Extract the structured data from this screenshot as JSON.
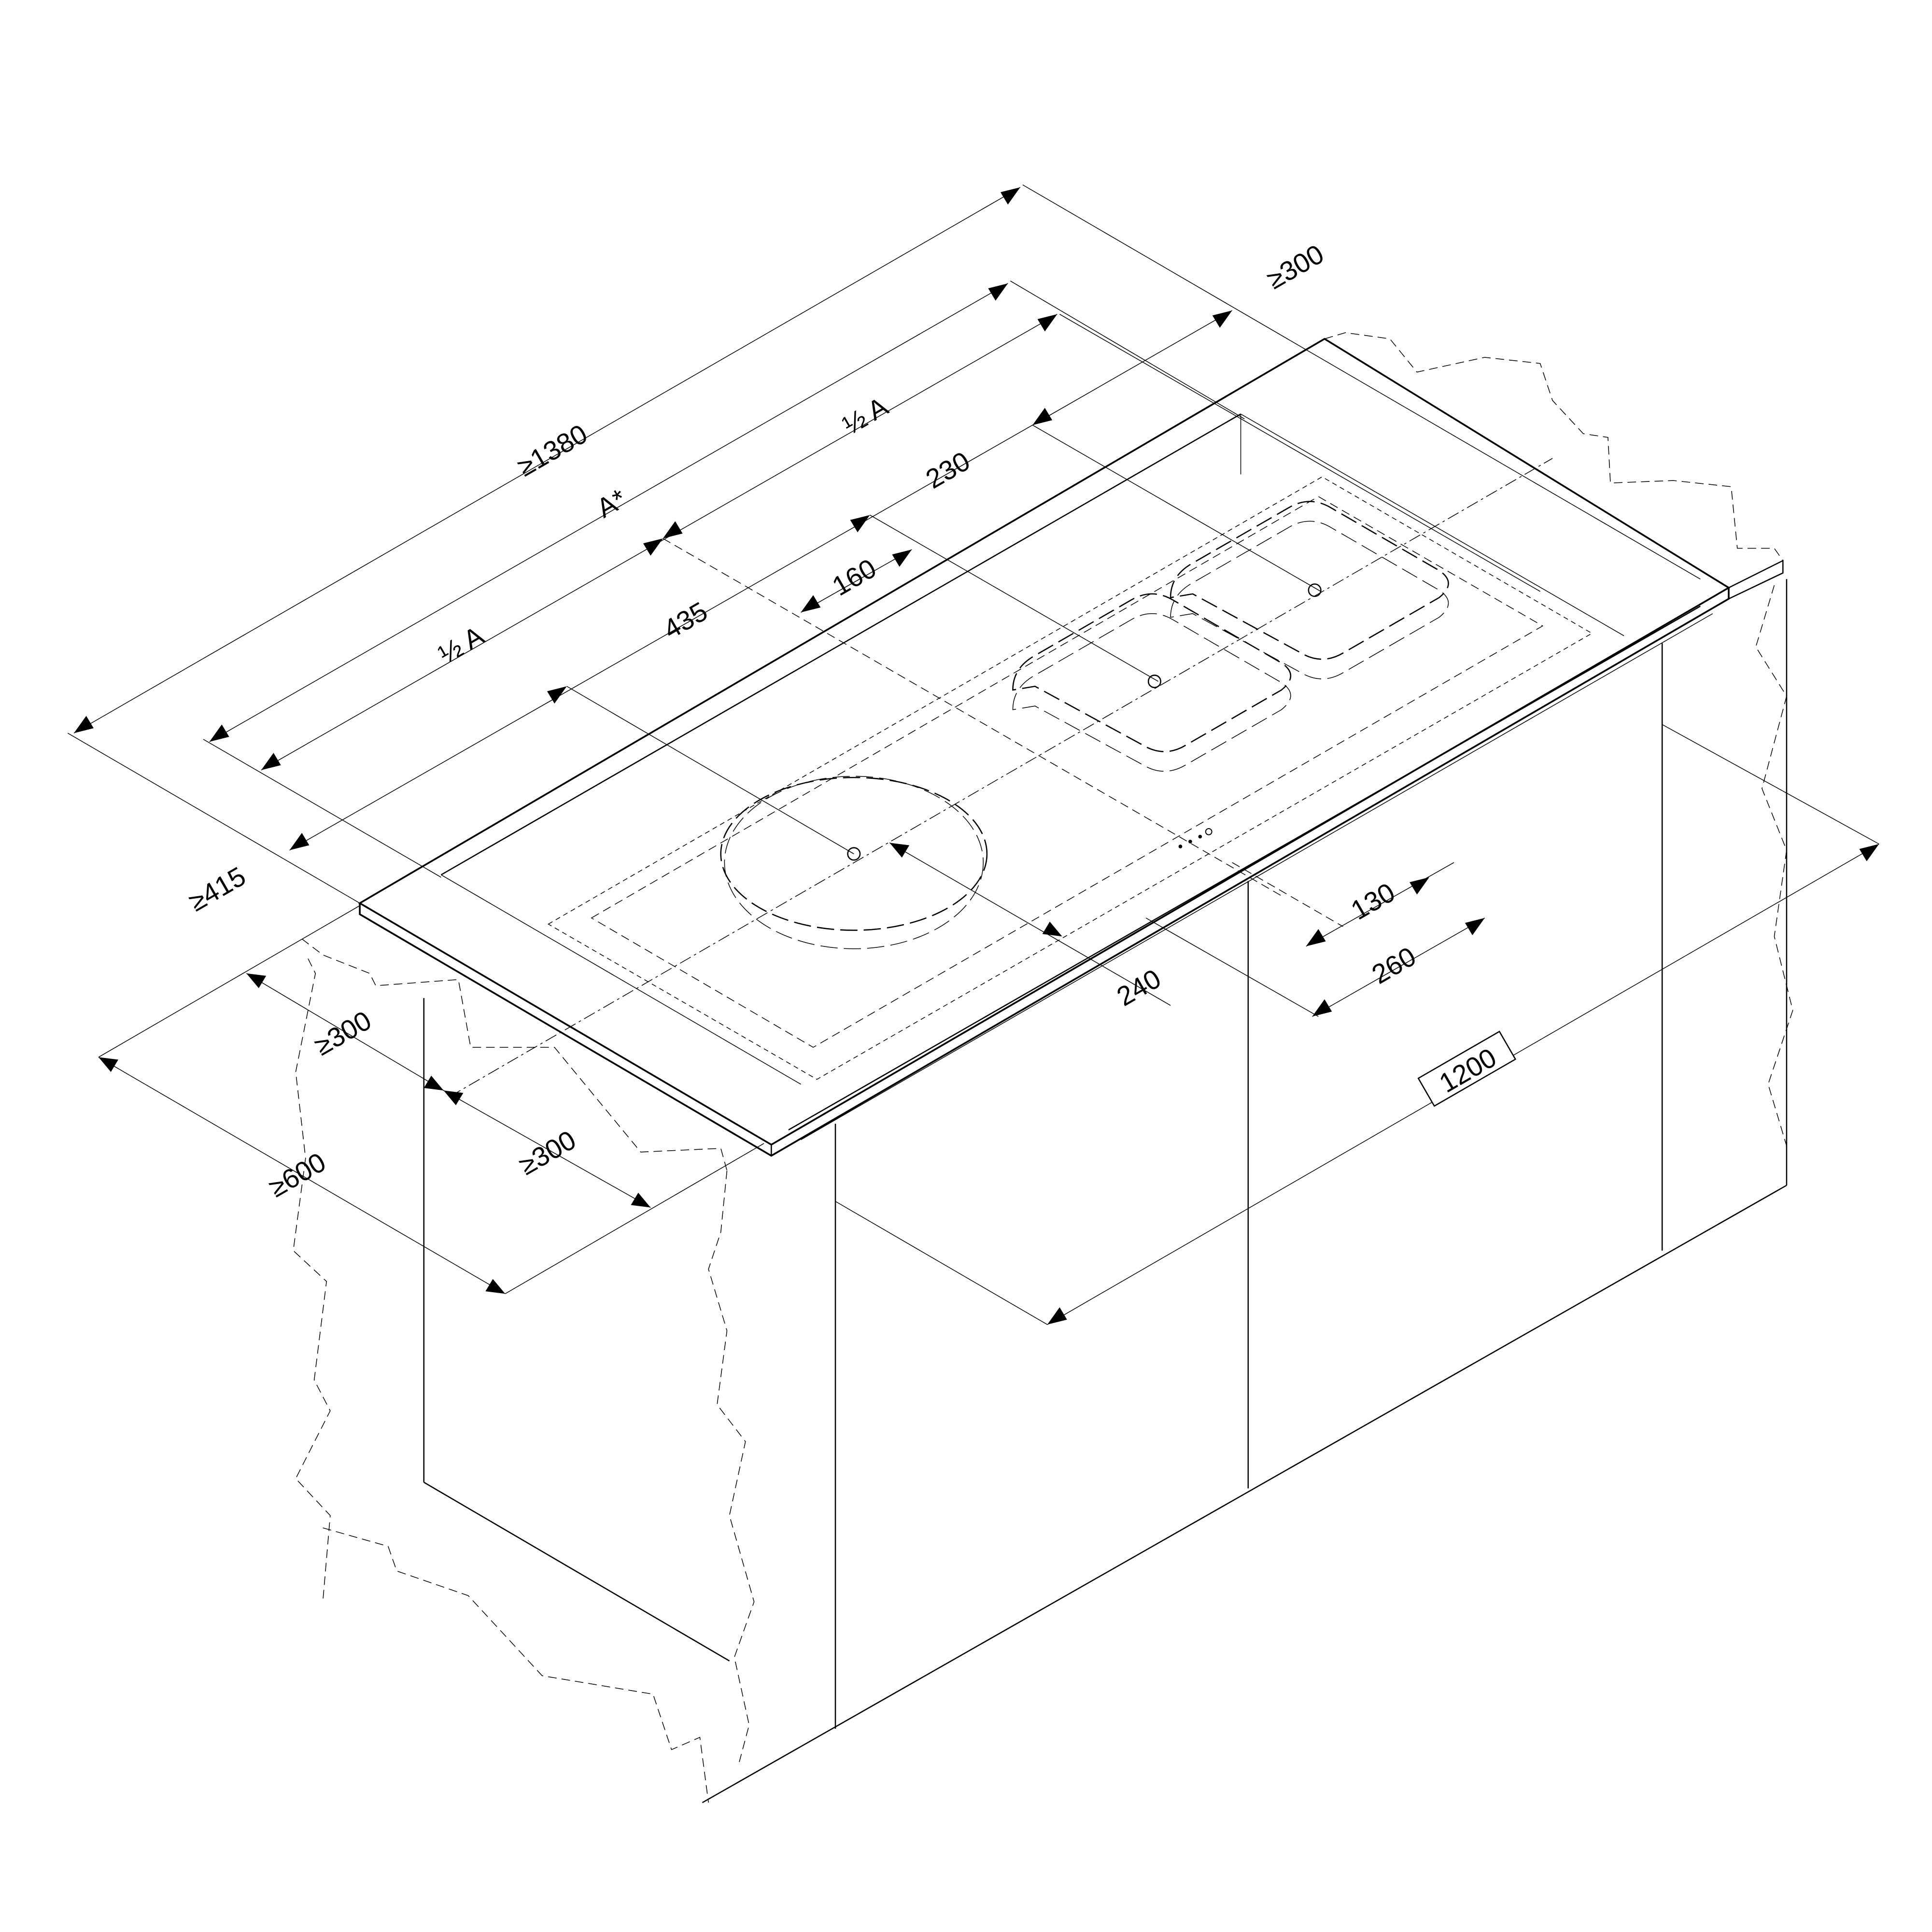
{
  "drawing": {
    "type": "isometric installation diagram",
    "subject": "cooktop in kitchen island with three cooking zones",
    "colors": {
      "line": "#000000",
      "background": "#ffffff",
      "cutout_fill": "#f3f3f3",
      "zone_fill": "#dedede"
    }
  },
  "dimensions": {
    "overall_length": "≥1380",
    "a_total": "A*",
    "half_a_right": "½ A",
    "half_a_left": "½ A",
    "right_margin": "≥300",
    "dist_230": "230",
    "dist_435": "435",
    "dist_160": "160",
    "front_depth_415": "≥415",
    "radius_240": "240",
    "dist_130": "130",
    "dist_260": "260",
    "cabinet_width": "1200",
    "depth_600": "≥600",
    "side_300_top": "≥300",
    "side_300_bottom": "≥300"
  },
  "zones": [
    {
      "name": "round-zone",
      "shape": "circle"
    },
    {
      "name": "square-zone-left",
      "shape": "rounded-square"
    },
    {
      "name": "square-zone-right",
      "shape": "rounded-square"
    }
  ]
}
